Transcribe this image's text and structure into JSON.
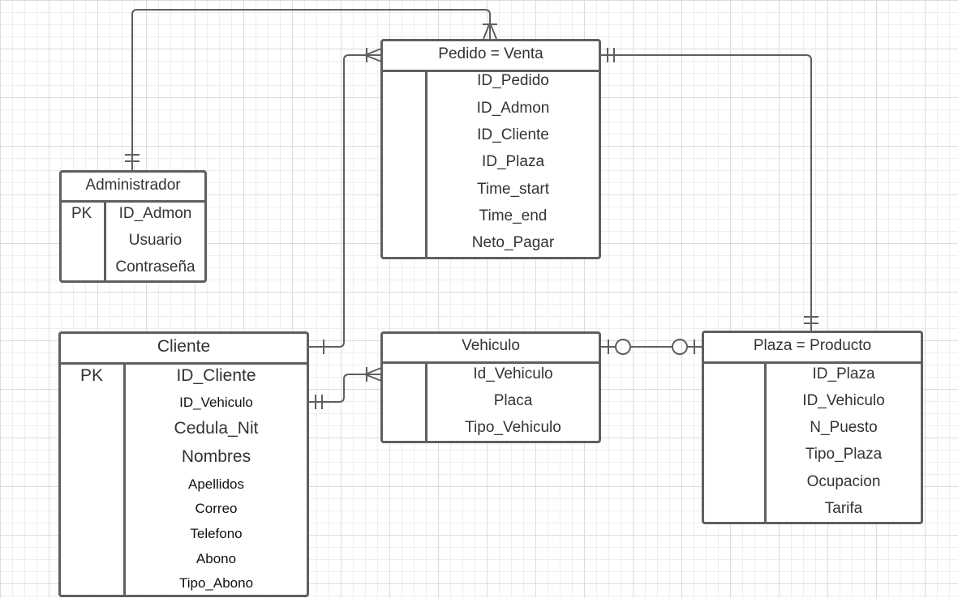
{
  "entities": {
    "pedido": {
      "title": "Pedido = Venta",
      "fields": [
        "ID_Pedido",
        "ID_Admon",
        "ID_Cliente",
        "ID_Plaza",
        "Time_start",
        "Time_end",
        "Neto_Pagar"
      ]
    },
    "administrador": {
      "title": "Administrador",
      "pk": "PK",
      "fields": [
        "ID_Admon",
        "Usuario",
        "Contraseña"
      ]
    },
    "cliente": {
      "title": "Cliente",
      "pk": "PK",
      "fields": [
        "ID_Cliente",
        "ID_Vehiculo",
        "Cedula_Nit",
        "Nombres",
        "Apellidos",
        "Correo",
        "Telefono",
        "Abono",
        "Tipo_Abono"
      ]
    },
    "vehiculo": {
      "title": "Vehiculo",
      "fields": [
        "Id_Vehiculo",
        "Placa",
        "Tipo_Vehiculo"
      ]
    },
    "plaza": {
      "title": "Plaza = Producto",
      "fields": [
        "ID_Plaza",
        "ID_Vehiculo",
        "N_Puesto",
        "Tipo_Plaza",
        "Ocupacion",
        "Tarifa"
      ]
    }
  },
  "relationships": [
    {
      "from": "administrador",
      "to": "pedido",
      "from_end": "one-and-only-one",
      "to_end": "one-or-many"
    },
    {
      "from": "cliente",
      "to": "pedido",
      "from_end": "one",
      "to_end": "one-or-many"
    },
    {
      "from": "plaza",
      "to": "pedido",
      "from_end": "one-and-only-one",
      "to_end": "one-and-only-one"
    },
    {
      "from": "cliente",
      "to": "vehiculo",
      "from_end": "one-and-only-one",
      "to_end": "one-or-many"
    },
    {
      "from": "vehiculo",
      "to": "plaza",
      "from_end": "zero-or-one",
      "to_end": "zero-or-one"
    }
  ],
  "colors": {
    "line": "#5f5f5f",
    "text": "#333333",
    "grid": "#dcdcdc"
  }
}
